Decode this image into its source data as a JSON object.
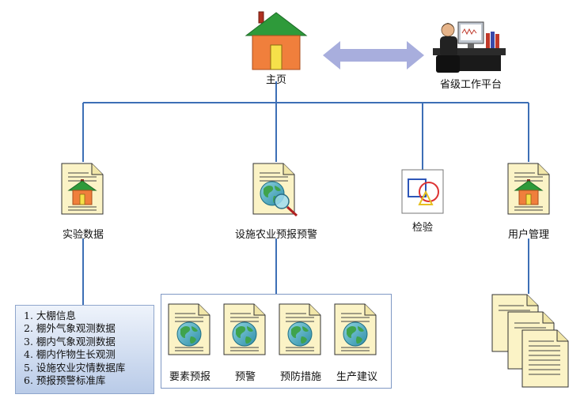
{
  "home": {
    "label": "主页"
  },
  "platform": {
    "label": "省级工作平台"
  },
  "modules": [
    {
      "label": "实验数据",
      "icon": "house-document-icon"
    },
    {
      "label": "设施农业预报预警",
      "icon": "globe-search-document-icon"
    },
    {
      "label": "检验",
      "icon": "shapes-icon"
    },
    {
      "label": "用户管理",
      "icon": "house-document-icon"
    }
  ],
  "experiment_list": [
    "1. 大棚信息",
    "2. 棚外气象观测数据",
    "3. 棚内气象观测数据",
    "4. 棚内作物生长观测",
    "5. 设施农业灾情数据库",
    "6. 预报预警标准库"
  ],
  "forecast_submodules": [
    {
      "label": "要素预报"
    },
    {
      "label": "预警"
    },
    {
      "label": "预防措施"
    },
    {
      "label": "生产建议"
    }
  ],
  "colors": {
    "connector": "#3d6fb6",
    "arrow": "#a8aedd",
    "house_wall": "#f07f3c",
    "house_roof": "#2e9a3a",
    "document": "#fbf3c6",
    "panel_border": "#7f98c4"
  }
}
